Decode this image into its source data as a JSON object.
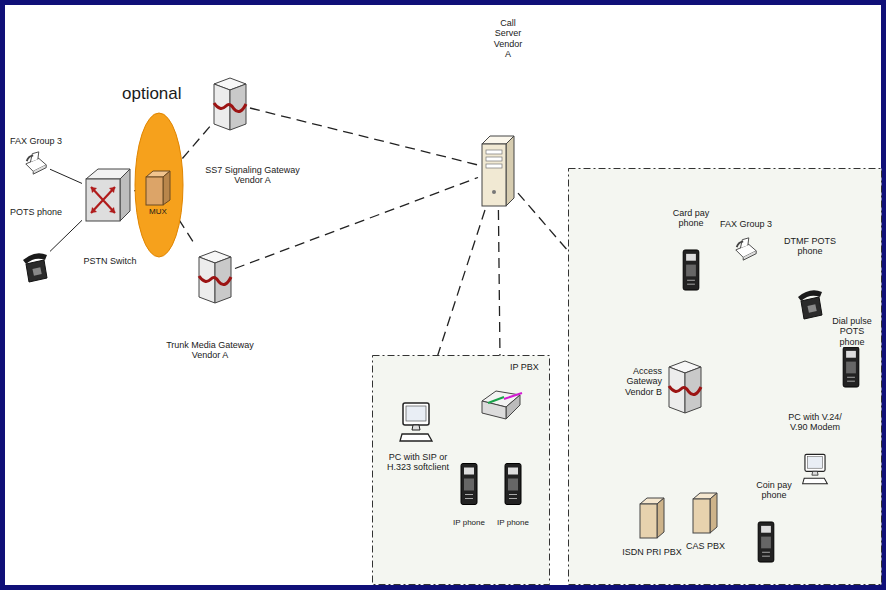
{
  "diagram": {
    "nodes": [
      {
        "text": [
          "FAX Group 3"
        ]
      },
      {
        "text": [
          "POTS phone"
        ]
      },
      {
        "text": [
          "PSTN Switch"
        ]
      },
      {
        "text": [
          "optional"
        ]
      },
      {
        "text": [
          "MUX"
        ],
        "in": 3
      },
      {
        "text": [
          "SS7 Signaling Gateway Vendor A"
        ]
      },
      {
        "text": [
          "Trunk Media Gateway Vendor A"
        ]
      },
      {
        "text": [
          "Call Server Vendor A"
        ]
      },
      {
        "text": []
      },
      {
        "text": [
          "PC with SIP or H.323 softclient"
        ],
        "in": 8
      },
      {
        "text": [
          "IP PBX"
        ],
        "in": 8
      },
      {
        "text": [
          "IP phone"
        ],
        "in": 8
      },
      {
        "text": [
          "IP phone"
        ],
        "in": 8
      },
      {
        "text": []
      },
      {
        "text": [
          "Card pay phone"
        ],
        "in": 13
      },
      {
        "text": [
          "FAX Group 3"
        ],
        "in": 13
      },
      {
        "text": [
          "DTMF POTS phone"
        ],
        "in": 13
      },
      {
        "text": [
          "Dial pulse POTS phone"
        ],
        "in": 13
      },
      {
        "text": [
          "Access Gateway Vendor B"
        ],
        "in": 13
      },
      {
        "text": [
          "PC with V.24/ V.90 Modem"
        ],
        "in": 13
      },
      {
        "text": [
          "Coin pay phone"
        ],
        "in": 13
      },
      {
        "text": [
          "CAS PBX"
        ],
        "in": 13
      },
      {
        "text": [
          "ISDN PRI PBX"
        ],
        "in": 13
      }
    ],
    "edges": [
      {
        "from": 2,
        "to": 0,
        "arrow": "none"
      },
      {
        "from": 2,
        "to": 1,
        "arrow": "none"
      },
      {
        "from": 2,
        "to": 4,
        "arrow": "none"
      },
      {
        "from": 4,
        "to": 5,
        "arrow": "none"
      },
      {
        "from": 4,
        "to": 6,
        "arrow": "none"
      },
      {
        "from": 5,
        "to": 7,
        "arrow": "none"
      },
      {
        "from": 6,
        "to": 7,
        "arrow": "none"
      },
      {
        "from": 7,
        "to": 9,
        "arrow": "none"
      },
      {
        "from": 7,
        "to": 10,
        "arrow": "none"
      },
      {
        "from": 7,
        "to": 18,
        "arrow": "none"
      },
      {
        "from": 10,
        "to": 11,
        "arrow": "none"
      },
      {
        "from": 10,
        "to": 12,
        "arrow": "none"
      },
      {
        "from": 18,
        "to": 14,
        "arrow": "none"
      },
      {
        "from": 18,
        "to": 15,
        "arrow": "none"
      },
      {
        "from": 18,
        "to": 16,
        "arrow": "none"
      },
      {
        "from": 18,
        "to": 17,
        "arrow": "none"
      },
      {
        "from": 18,
        "to": 19,
        "arrow": "none"
      },
      {
        "from": 18,
        "to": 20,
        "arrow": "none"
      },
      {
        "from": 18,
        "to": 21,
        "arrow": "none"
      },
      {
        "from": 18,
        "to": 22,
        "arrow": "none"
      }
    ]
  }
}
